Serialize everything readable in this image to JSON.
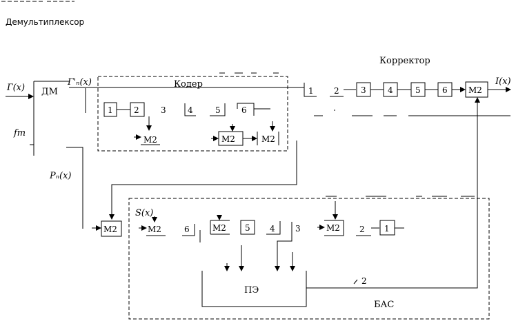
{
  "header": {
    "title": "Демультиплексор"
  },
  "labels": {
    "dm": "ДМ",
    "coder": "Кодер",
    "corrector": "Корректор",
    "bas": "БАС",
    "pe": "ПЭ",
    "m2": "М2"
  },
  "signals": {
    "input": "Г(x)",
    "after_dm": "Г'ₙ(x)",
    "ft": "fт",
    "p": "Pₙ(x)",
    "s": "S(x)",
    "output": "I(x)",
    "two": "2"
  },
  "coder_row": [
    "1",
    "2",
    "3",
    "4",
    "5",
    "6"
  ],
  "corrector_row": [
    "1",
    "2",
    "3",
    "4",
    "5",
    "6"
  ],
  "bas_row": [
    "6",
    "5",
    "4",
    "3",
    "2",
    "1"
  ]
}
